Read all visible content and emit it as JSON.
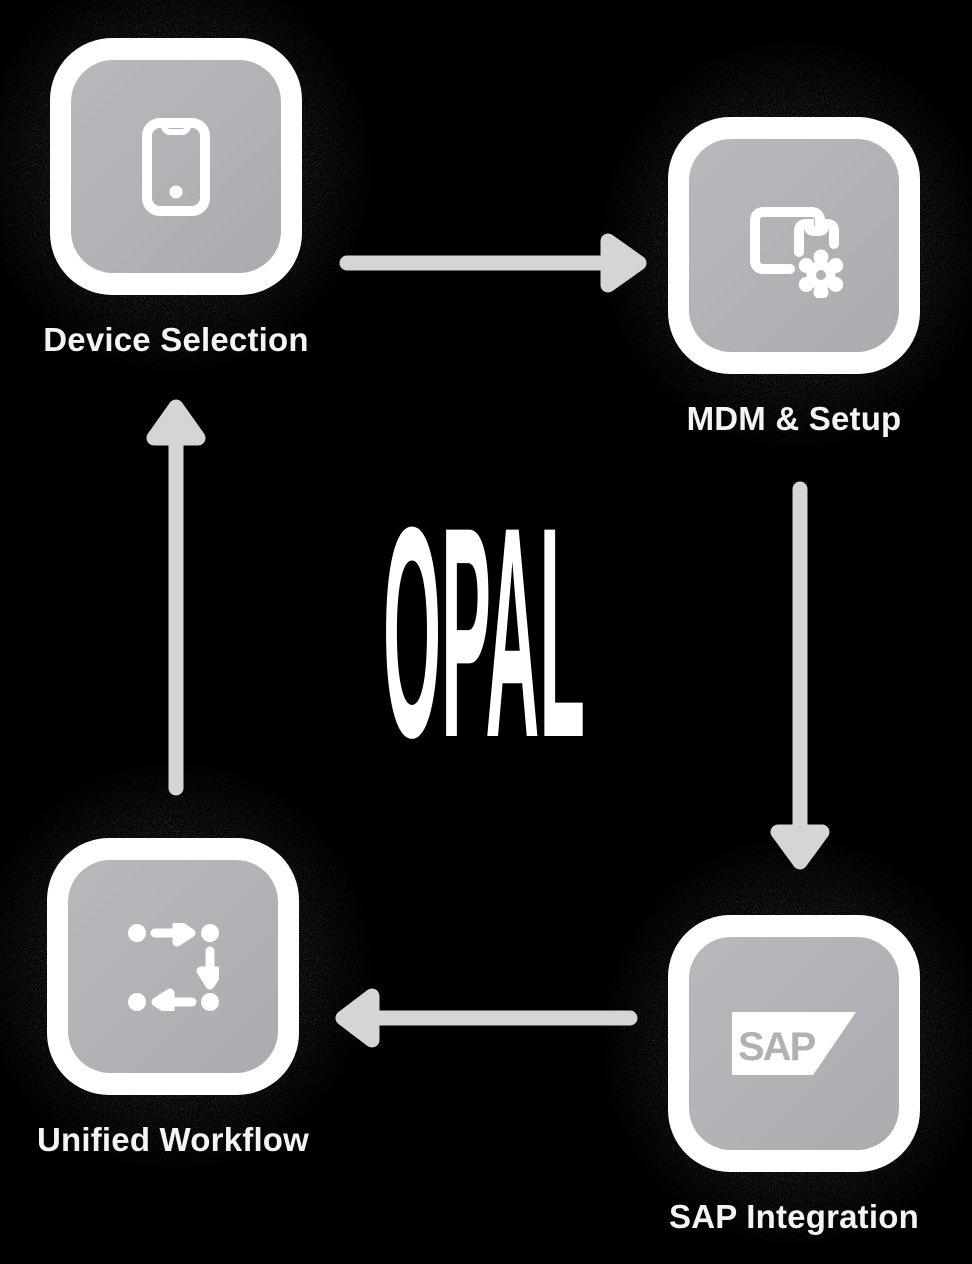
{
  "logo": {
    "text": "OPAL",
    "color": "#ffffff"
  },
  "nodes": [
    {
      "label": "Device Selection",
      "icon": "smartphone-icon"
    },
    {
      "label": "MDM & Setup",
      "icon": "device-settings-icon"
    },
    {
      "label": "SAP Integration",
      "icon": "sap-logo-icon",
      "icon_text": "SAP"
    },
    {
      "label": "Unified Workflow",
      "icon": "workflow-cycle-icon"
    }
  ],
  "flow": {
    "arrows": [
      {
        "from": "Device Selection",
        "to": "MDM & Setup",
        "direction": "right"
      },
      {
        "from": "MDM & Setup",
        "to": "SAP Integration",
        "direction": "down"
      },
      {
        "from": "SAP Integration",
        "to": "Unified Workflow",
        "direction": "left"
      },
      {
        "from": "Unified Workflow",
        "to": "Device Selection",
        "direction": "up"
      }
    ]
  },
  "colors": {
    "background": "#000000",
    "card": "#ffffff",
    "tile": "#b2b2b6",
    "icon": "#ffffff",
    "label": "#f4f4f4",
    "arrow": "#d5d5d6",
    "sap_text": "#b1b1b5",
    "logo_text": "#ffffff"
  }
}
